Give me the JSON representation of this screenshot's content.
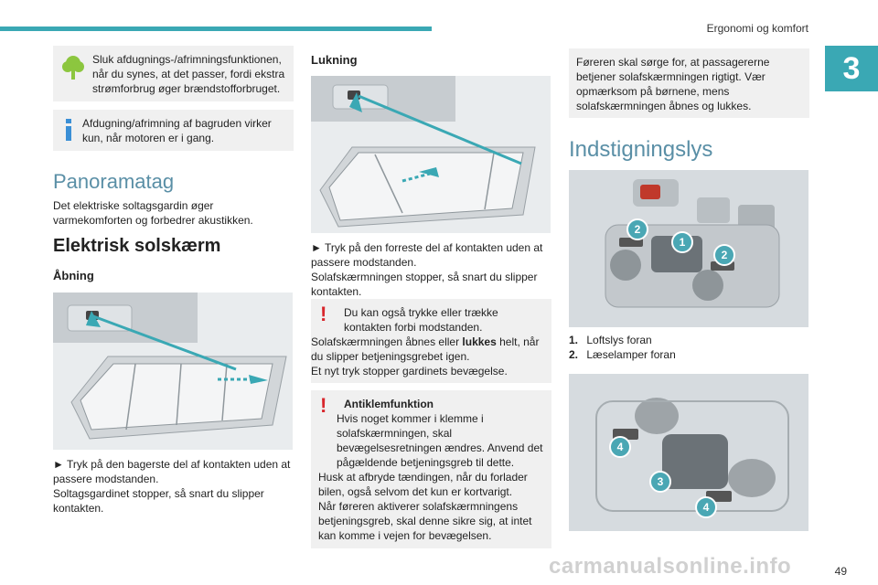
{
  "header": {
    "title": "Ergonomi og komfort",
    "chapter": "3"
  },
  "left": {
    "eco_note": "Sluk afdugnings-/afrimningsfunktionen, når du synes, at det passer, fordi ekstra strømforbrug øger brændstofforbruget.",
    "info_note": "Afdugning/afrimning af bagruden virker kun, når motoren er i gang.",
    "section_title": "Panoramatag",
    "intro": "Det elektriske soltagsgardin øger varmekomforten og forbedrer akustikken.",
    "heading": "Elektrisk solskærm",
    "subheading": "Åbning",
    "step_text": "► Tryk på den bagerste del af kontakten uden at passere modstanden.",
    "result_text": "Soltagsgardinet stopper, så snart du slipper kontakten."
  },
  "middle": {
    "subheading": "Lukning",
    "step_text": "► Tryk på den forreste del af kontakten uden at passere modstanden.",
    "result_text": "Solafskærmningen stopper, så snart du slipper kontakten.",
    "warn1_line1": "Du kan også trykke eller trække kontakten forbi modstanden.",
    "warn1_line2_pre": "Solafskærmningen åbnes eller ",
    "warn1_line2_bold": "lukkes",
    "warn1_line2_post": " helt, når du slipper betjeningsgrebet igen.",
    "warn1_line3": "Et nyt tryk stopper gardinets bevægelse.",
    "warn2_title": "Antiklemfunktion",
    "warn2_body": "Hvis noget kommer i klemme i solafskærmningen, skal bevægelsesretningen ændres. Anvend det pågældende betjeningsgreb til dette.",
    "warn2_body2": "Husk at afbryde tændingen, når du forlader bilen, også selvom det kun er kortvarigt.",
    "warn2_body3": "Når føreren aktiverer solafskærmningens betjeningsgreb, skal denne sikre sig, at intet kan komme i vejen for bevægelsen."
  },
  "right": {
    "note": "Føreren skal sørge for, at passagererne betjener solafskærmningen rigtigt. Vær opmærksom på børnene, mens solafskærmningen åbnes og lukkes.",
    "section_title": "Indstigningslys",
    "legend": [
      {
        "num": "1.",
        "label": "Loftslys foran"
      },
      {
        "num": "2.",
        "label": "Læselamper foran"
      }
    ],
    "badges_top": [
      "1",
      "2",
      "2"
    ],
    "badges_bottom": [
      "4",
      "3",
      "4"
    ]
  },
  "footer": {
    "page": "49"
  },
  "watermark": "carmanualsonline.info",
  "colors": {
    "accent": "#3aa8b4",
    "title": "#5a8fa6",
    "warning": "#d8262c",
    "box": "#f0f0f0"
  }
}
